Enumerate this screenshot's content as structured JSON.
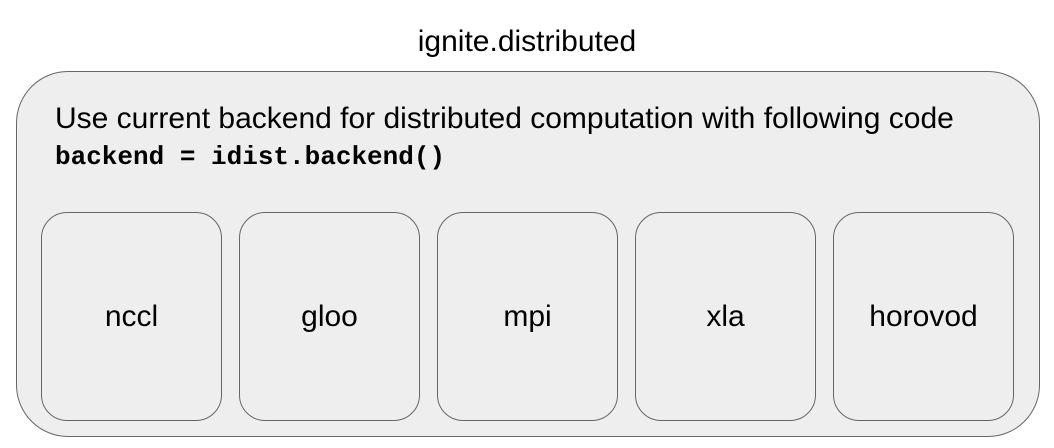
{
  "diagram": {
    "title": "ignite.distributed",
    "container": {
      "description": "Use current backend for distributed computation with following code",
      "code": "backend = idist.backend()",
      "fill_color": "#eeeeee",
      "stroke_color": "#666666",
      "text_color": "#000000"
    },
    "backends": {
      "items": [
        {
          "label": "nccl"
        },
        {
          "label": "gloo"
        },
        {
          "label": "mpi"
        },
        {
          "label": "xla"
        },
        {
          "label": "horovod"
        }
      ]
    }
  }
}
